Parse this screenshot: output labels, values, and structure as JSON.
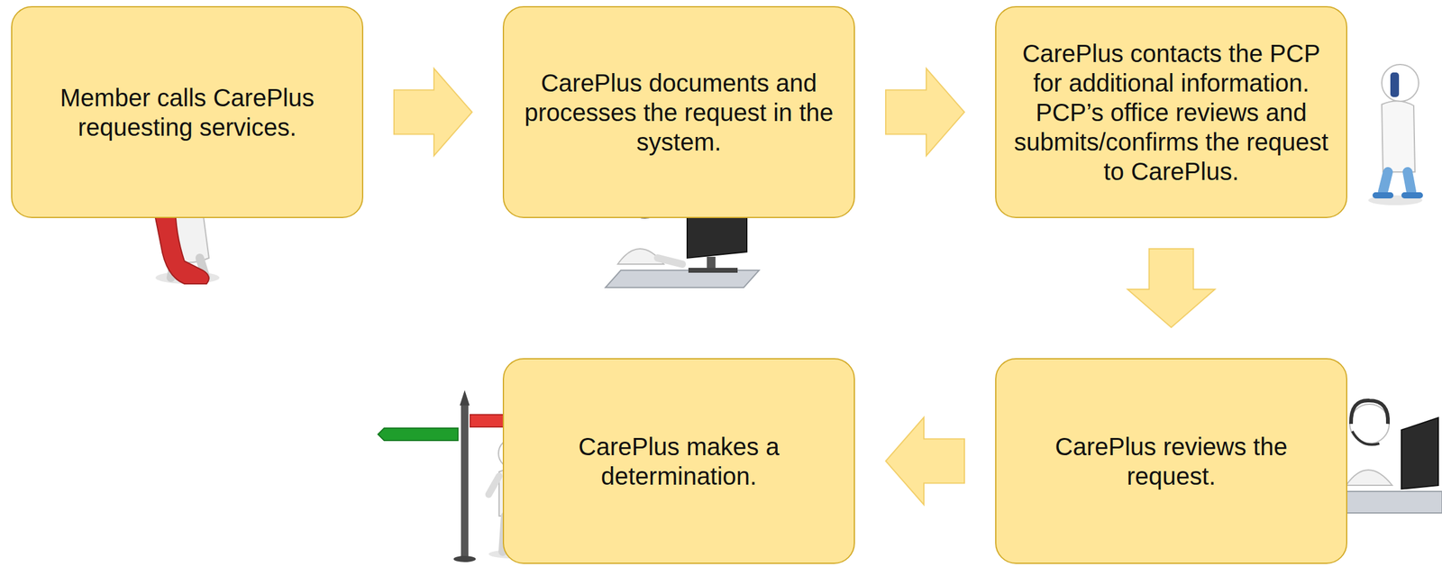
{
  "diagram": {
    "nodes": [
      {
        "text": [
          "Member calls CarePlus requesting services."
        ]
      },
      {
        "text": [
          "CarePlus documents and processes the request in the system."
        ]
      },
      {
        "text": [
          "CarePlus contacts the PCP for additional information. PCP’s office reviews and submits/confirms the request to CarePlus."
        ]
      },
      {
        "text": [
          "CarePlus reviews the request."
        ]
      },
      {
        "text": [
          "CarePlus makes a determination."
        ]
      }
    ],
    "edges": [
      {
        "from": 0,
        "to": 1,
        "arrow": "to"
      },
      {
        "from": 1,
        "to": 2,
        "arrow": "to"
      },
      {
        "from": 2,
        "to": 3,
        "arrow": "to"
      },
      {
        "from": 3,
        "to": 4,
        "arrow": "to"
      }
    ]
  }
}
